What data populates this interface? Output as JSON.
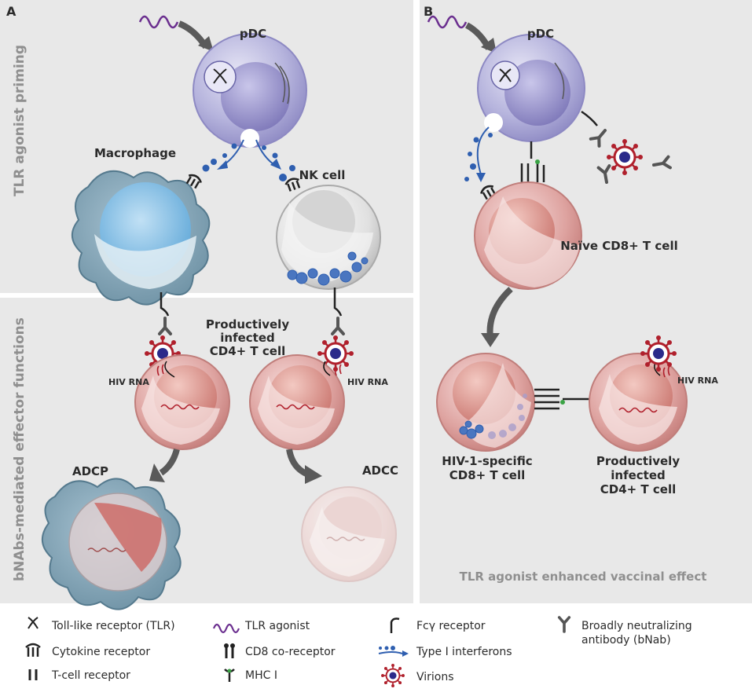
{
  "panels": {
    "a": {
      "letter": "A",
      "side_top": "TLR agonist priming",
      "side_bottom": "bNAbs-mediated effector functions",
      "pdc": "pDC",
      "macrophage": "Macrophage",
      "nk_cell": "NK cell",
      "infected_1": "Productively",
      "infected_2": "infected",
      "infected_3": "CD4+ T cell",
      "hiv_rna_left": "HIV RNA",
      "hiv_rna_right": "HIV RNA",
      "adcp": "ADCP",
      "adcc": "ADCC"
    },
    "b": {
      "letter": "B",
      "pdc": "pDC",
      "naive": "Naïve CD8+ T cell",
      "specific_1": "HIV-1-specific",
      "specific_2": "CD8+ T cell",
      "infected_1": "Productively",
      "infected_2": "infected",
      "infected_3": "CD4+ T cell",
      "hiv_rna": "HIV RNA",
      "caption": "TLR agonist enhanced vaccinal effect"
    }
  },
  "legend": {
    "tlr": "Toll-like receptor (TLR)",
    "cytokine": "Cytokine receptor",
    "tcr": "T-cell receptor",
    "agonist": "TLR agonist",
    "cd8": "CD8 co-receptor",
    "mhc": "MHC I",
    "fc": "Fcγ receptor",
    "ifn": "Type I interferons",
    "virions": "Virions",
    "bnab_1": "Broadly neutralizing",
    "bnab_2": "antibody (bNab)"
  },
  "colors": {
    "panel_bg": "#e8e8e8",
    "pdc": "#a6a3d2",
    "macrophage": "#6c93a8",
    "nk": "#d9d9d9",
    "cd4": "#d5928f",
    "virion": "#b0202c",
    "interferon": "#2f5fb0",
    "agonist": "#6b2f8f",
    "arrow": "#5a5a5a"
  }
}
